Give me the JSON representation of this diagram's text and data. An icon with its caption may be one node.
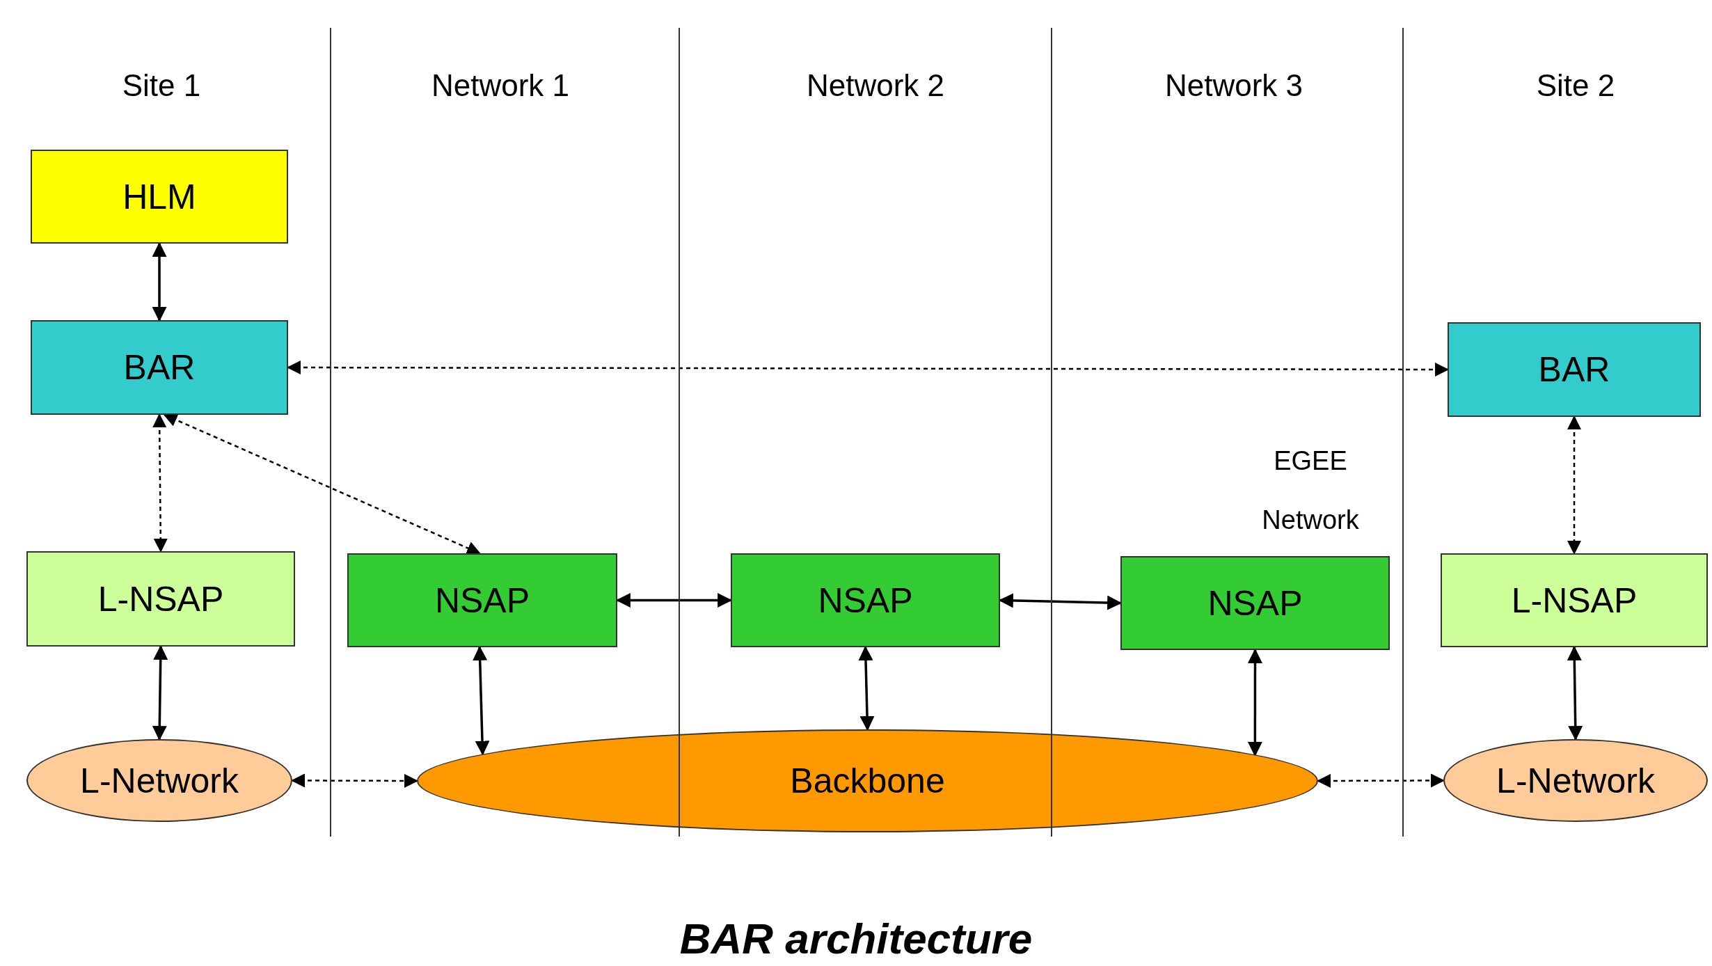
{
  "diagram": {
    "caption": "BAR architecture",
    "nodes": [
      {
        "text": [
          "HLM"
        ]
      },
      {
        "text": [
          "BAR"
        ]
      },
      {
        "text": [
          "BAR"
        ]
      },
      {
        "text": [
          "L-NSAP"
        ]
      },
      {
        "text": [
          "NSAP"
        ]
      },
      {
        "text": [
          "NSAP"
        ]
      },
      {
        "text": [
          "NSAP"
        ]
      },
      {
        "text": [
          "L-NSAP"
        ]
      },
      {
        "text": [
          "L-Network"
        ]
      },
      {
        "text": [
          "Backbone"
        ]
      },
      {
        "text": [
          "L-Network"
        ]
      }
    ],
    "edges": [
      {
        "from": 0,
        "to": 1,
        "arrow": "both"
      },
      {
        "from": 1,
        "to": 2,
        "arrow": "both",
        "style": "dashed"
      },
      {
        "from": 1,
        "to": 3,
        "arrow": "both",
        "style": "dashed"
      },
      {
        "from": 1,
        "to": 4,
        "arrow": "both",
        "style": "dashed"
      },
      {
        "from": 2,
        "to": 7,
        "arrow": "both",
        "style": "dashed"
      },
      {
        "from": 4,
        "to": 5,
        "arrow": "both"
      },
      {
        "from": 5,
        "to": 6,
        "arrow": "both"
      },
      {
        "from": 3,
        "to": 8,
        "arrow": "both"
      },
      {
        "from": 4,
        "to": 9,
        "arrow": "both"
      },
      {
        "from": 5,
        "to": 9,
        "arrow": "both"
      },
      {
        "from": 6,
        "to": 9,
        "arrow": "both"
      },
      {
        "from": 7,
        "to": 10,
        "arrow": "both"
      },
      {
        "from": 8,
        "to": 9,
        "arrow": "both",
        "style": "dashed"
      },
      {
        "from": 9,
        "to": 10,
        "arrow": "both",
        "style": "dashed"
      }
    ],
    "labels": [
      "Site 1",
      "Network 1",
      "Network 2",
      "Network 3",
      "Site 2",
      "EGEE Network"
    ]
  }
}
